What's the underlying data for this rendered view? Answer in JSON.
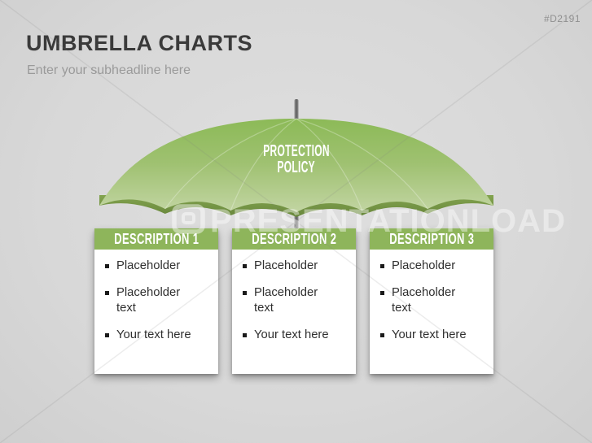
{
  "header": {
    "title": "UMBRELLA CHARTS",
    "subheadline": "Enter your subheadline here",
    "code": "#D2191"
  },
  "umbrella": {
    "label": [
      "PROTECTION",
      "POLICY"
    ],
    "colors": {
      "canopy_top": "#8cba57",
      "canopy_bottom": "#c6d7a8",
      "under_edge_dark": "#66853a",
      "pole_gray": "#6f6f6f"
    }
  },
  "cards": {
    "accent_color": "#8eb55b",
    "items": [
      {
        "header": "DESCRIPTION 1",
        "bullets": [
          "Placeholder",
          "Placeholder text",
          "Your text here"
        ]
      },
      {
        "header": "DESCRIPTION 2",
        "bullets": [
          "Placeholder",
          "Placeholder text",
          "Your text here"
        ]
      },
      {
        "header": "DESCRIPTION 3",
        "bullets": [
          "Placeholder",
          "Placeholder text",
          "Your text here"
        ]
      }
    ]
  },
  "watermark": {
    "text": "PRESENTATIONLOAD"
  }
}
